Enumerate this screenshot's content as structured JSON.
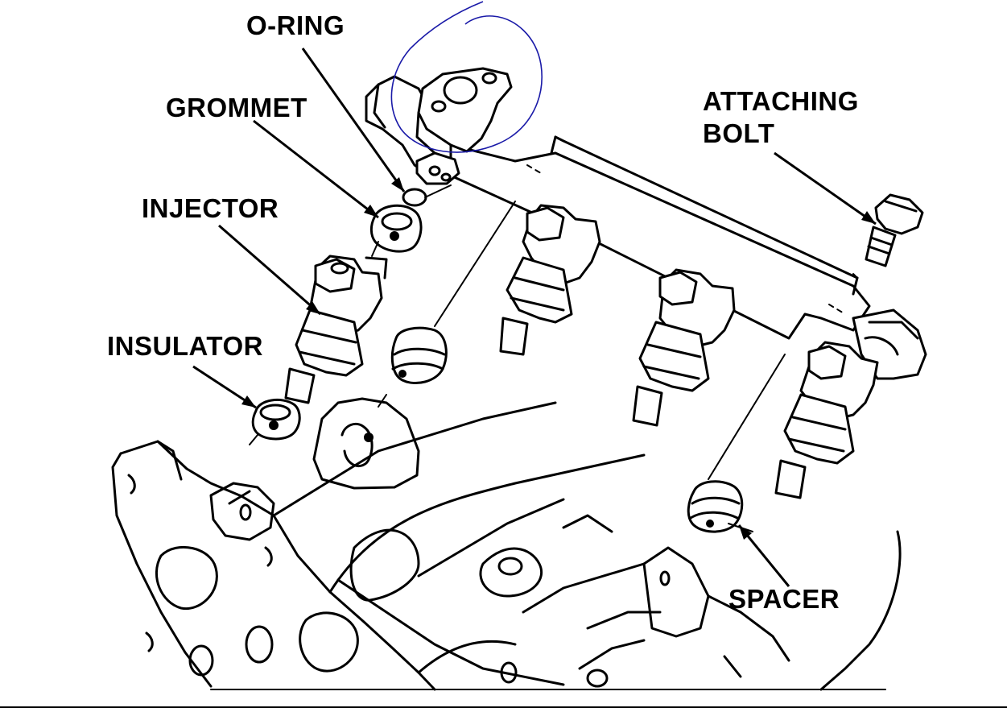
{
  "labels": {
    "o_ring": "O-RING",
    "grommet": "GROMMET",
    "injector": "INJECTOR",
    "insulator": "INSULATOR",
    "attaching_bolt_line1": "ATTACHING",
    "attaching_bolt_line2": "BOLT",
    "spacer": "SPACER"
  },
  "colors": {
    "line": "#000000",
    "background": "#ffffff",
    "annotation_circle": "#1a1aa8"
  }
}
